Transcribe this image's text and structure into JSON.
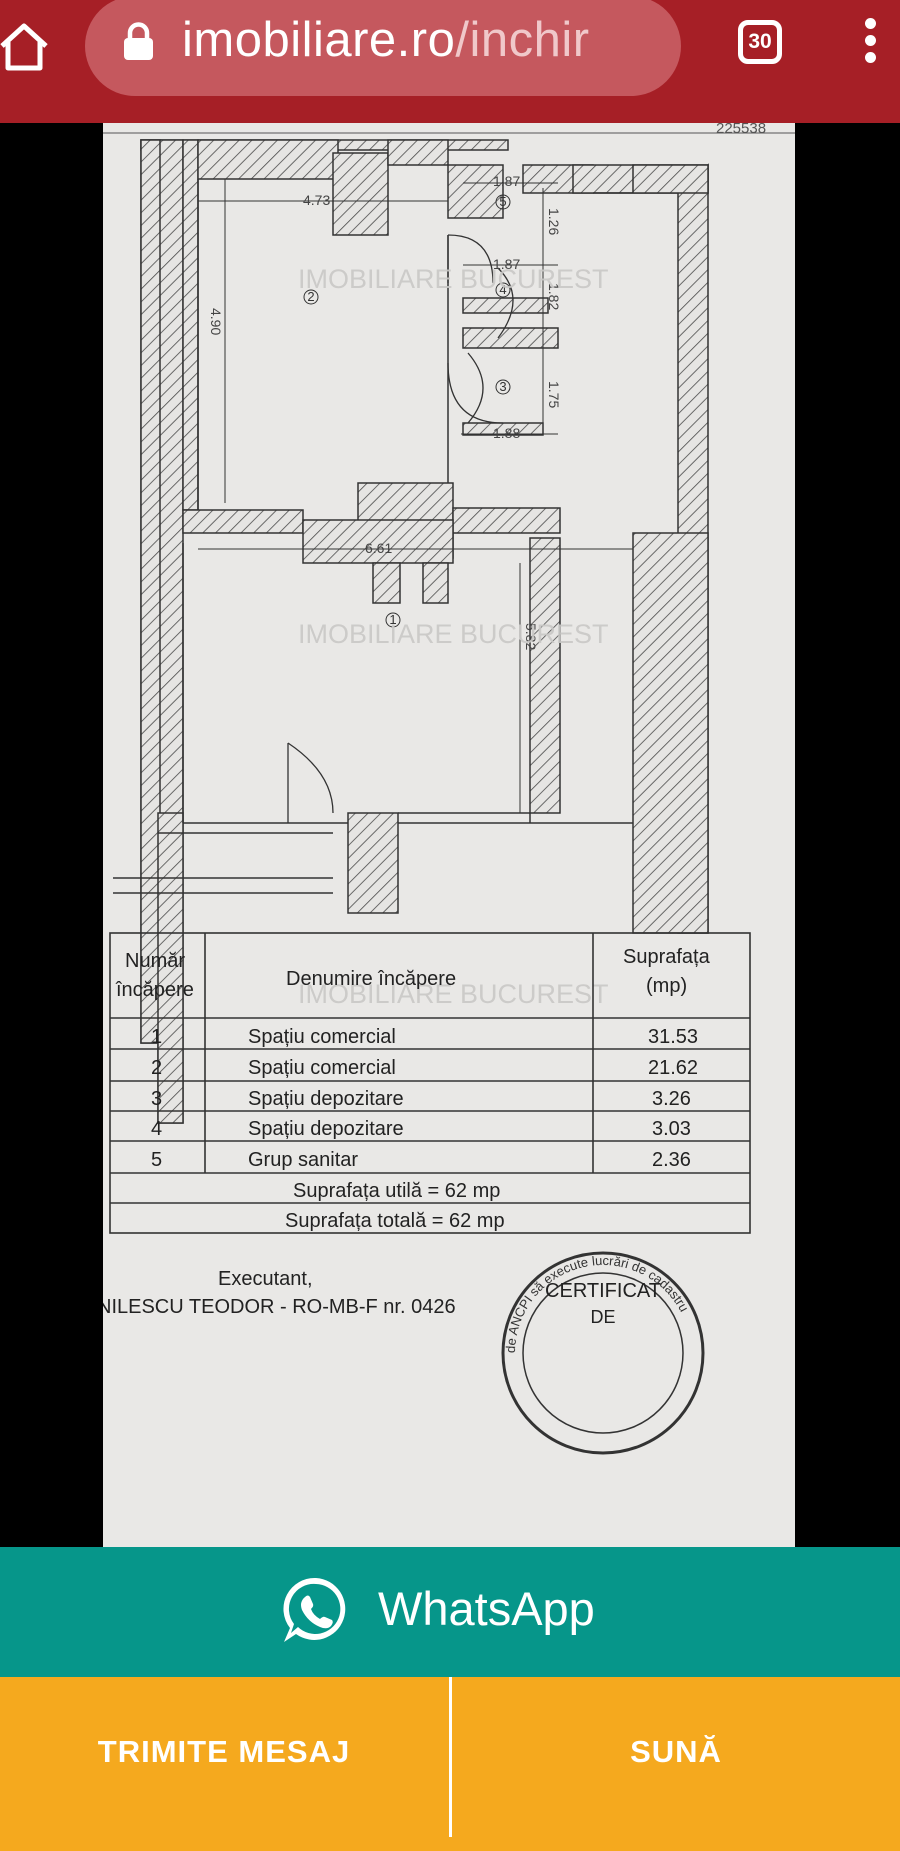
{
  "browser": {
    "url_domain": "imobiliare.ro",
    "url_path": "/inchir",
    "tab_count": "30"
  },
  "plan": {
    "corner_number": "225538",
    "watermark": "IMOBILIARE BUCUREST",
    "dims": {
      "d473": "4.73",
      "d490": "4.90",
      "d187a": "1.87",
      "d126": "1.26",
      "d187b": "1.87",
      "d182": "1.82",
      "d175": "1.75",
      "d188": "1.88",
      "d661": "6.61",
      "d582": "5.82"
    },
    "rooms": [
      "1",
      "2",
      "3",
      "4",
      "5"
    ],
    "table": {
      "headers": [
        "Număr încăpere",
        "Denumire încăpere",
        "Suprafața (mp)"
      ],
      "header_lines": {
        "col1": [
          "Număr",
          "încăpere"
        ],
        "col3": [
          "Suprafața",
          "(mp)"
        ]
      },
      "rows": [
        [
          "1",
          "Spațiu comercial",
          "31.53"
        ],
        [
          "2",
          "Spațiu comercial",
          "21.62"
        ],
        [
          "3",
          "Spațiu depozitare",
          "3.26"
        ],
        [
          "4",
          "Spațiu depozitare",
          "3.03"
        ],
        [
          "5",
          "Grup sanitar",
          "2.36"
        ]
      ],
      "util": "Suprafața utilă = 62 mp",
      "total": "Suprafața totală = 62 mp"
    },
    "footer": {
      "executant": "Executant,",
      "name": "NILESCU TEODOR - RO-MB-F nr. 0426",
      "stamp_line1": "CERTIFICAT",
      "stamp_line2": "DE",
      "stamp_arc": "de ANCPI să execute lucrări de cadastru"
    }
  },
  "whatsapp": {
    "label": "WhatsApp"
  },
  "actions": {
    "message": "TRIMITE MESAJ",
    "call": "SUNĂ"
  },
  "colors": {
    "topbar": "#a61f26",
    "urlbar": "#c5585e",
    "whatsapp": "#06968a",
    "actions": "#f5a91e"
  }
}
